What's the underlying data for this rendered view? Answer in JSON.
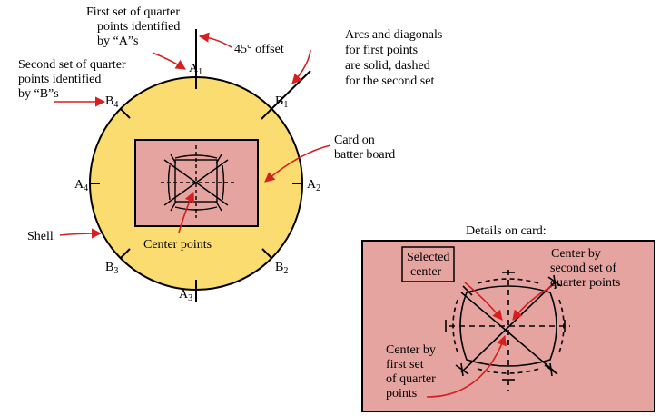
{
  "annotations": {
    "first_set": [
      "First set of quarter",
      "points identified",
      "by “A”s"
    ],
    "second_set": [
      "Second set of quarter",
      "points identified",
      "by “B”s"
    ],
    "offset": "45° offset",
    "arcs_note": [
      "Arcs and diagonals",
      "for first points",
      "are solid, dashed",
      "for the second set"
    ],
    "card_on": [
      "Card on",
      "batter board"
    ],
    "shell": "Shell",
    "center_points": "Center points",
    "details_title": "Details on card:",
    "selected_center": [
      "Selected",
      "center"
    ],
    "center_second": [
      "Center by",
      "second set of",
      "quarter points"
    ],
    "center_first": [
      "Center by",
      "first set",
      "of quarter",
      "points"
    ]
  },
  "points": {
    "a1": {
      "letter": "A",
      "num": "1"
    },
    "a2": {
      "letter": "A",
      "num": "2"
    },
    "a3": {
      "letter": "A",
      "num": "3"
    },
    "a4": {
      "letter": "A",
      "num": "4"
    },
    "b1": {
      "letter": "B",
      "num": "1"
    },
    "b2": {
      "letter": "B",
      "num": "2"
    },
    "b3": {
      "letter": "B",
      "num": "3"
    },
    "b4": {
      "letter": "B",
      "num": "4"
    }
  },
  "colors": {
    "shell_fill": "#fadc70",
    "card_fill": "#e5a4a0",
    "arrow": "#d42020",
    "ink": "#000000"
  }
}
